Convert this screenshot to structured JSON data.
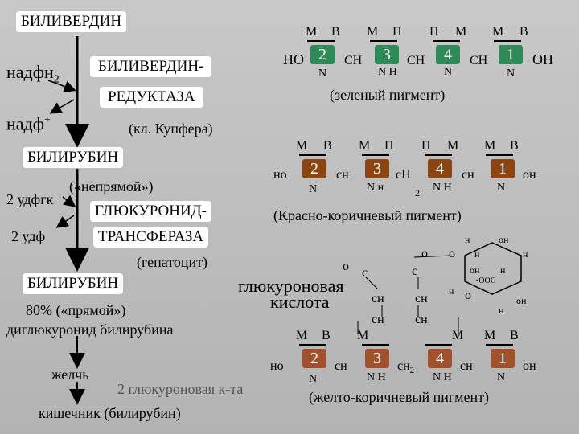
{
  "left": {
    "biliverdin": "БИЛИВЕРДИН",
    "nadph": "надфн",
    "nadph_sub": "2",
    "nadp": "надф",
    "nadp_sup": "+",
    "reductase_line1": "БИЛИВЕРДИН-",
    "reductase_line2": "РЕДУКТАЗА",
    "kupffer": "(кл. Купфера)",
    "bilirubin1": "БИЛИРУБИН",
    "indirect": "(«непрямой»)",
    "udpgk": "2 удфгк",
    "udp": "2 удф",
    "transferase_line1": "ГЛЮКУРОНИД-",
    "transferase_line2": "ТРАНСФЕРАЗА",
    "hepatocyte": "(гепатоцит)",
    "bilirubin2": "БИЛИРУБИН",
    "direct": "80% («прямой»)",
    "diglucuronide": "диглюкуронид билирубина",
    "bile": "желчь",
    "intestine": "кишечник (билирубин)"
  },
  "structure1": {
    "subs": [
      "М",
      "В",
      "М",
      "П",
      "П",
      "М",
      "М",
      "В"
    ],
    "ho": "НО",
    "oh": "ОН",
    "ch": "СН",
    "n": "N",
    "nh": "N Н",
    "rings": [
      "2",
      "3",
      "4",
      "1"
    ],
    "caption": "(зеленый пигмент)"
  },
  "structure2": {
    "subs": [
      "М",
      "В",
      "М",
      "П",
      "П",
      "М",
      "М",
      "В"
    ],
    "ho": "но",
    "oh": "он",
    "ch": "сн",
    "ch_mid": "сН",
    "sub2": "2",
    "n": "N",
    "nh": "N н",
    "nh2": "N Н",
    "rings": [
      "2",
      "3",
      "4",
      "1"
    ],
    "caption": "(Красно-коричневый пигмент)"
  },
  "glucuronic": {
    "label_line1": "глюкуроновая",
    "label_line2": "кислота",
    "o1": "о",
    "c1": "с",
    "o2": "о",
    "c2": "с",
    "ch_a": "сн",
    "ch_b": "сн",
    "ch_c": "сн",
    "ch_d": "сн",
    "o_ring": "о",
    "h_top": "н",
    "oh_top": "он",
    "h_right": "н",
    "oh_ring": "он",
    "h_ring": "н",
    "cooh": "-ООС",
    "h_left": "н",
    "oh_right": "он",
    "h_bottom": "н"
  },
  "structure3": {
    "subs": [
      "М",
      "В",
      "М",
      "М",
      "М",
      "В"
    ],
    "ho": "но",
    "oh": "он",
    "ch": "сн",
    "ch2": "сн",
    "ch2_sub": "2",
    "n": "N",
    "nh": "N Н",
    "rings": [
      "2",
      "3",
      "4",
      "1"
    ],
    "caption": "(желто-коричневый пигмент)",
    "glucuronic_acid": "2 глюкуроновая к-та"
  }
}
